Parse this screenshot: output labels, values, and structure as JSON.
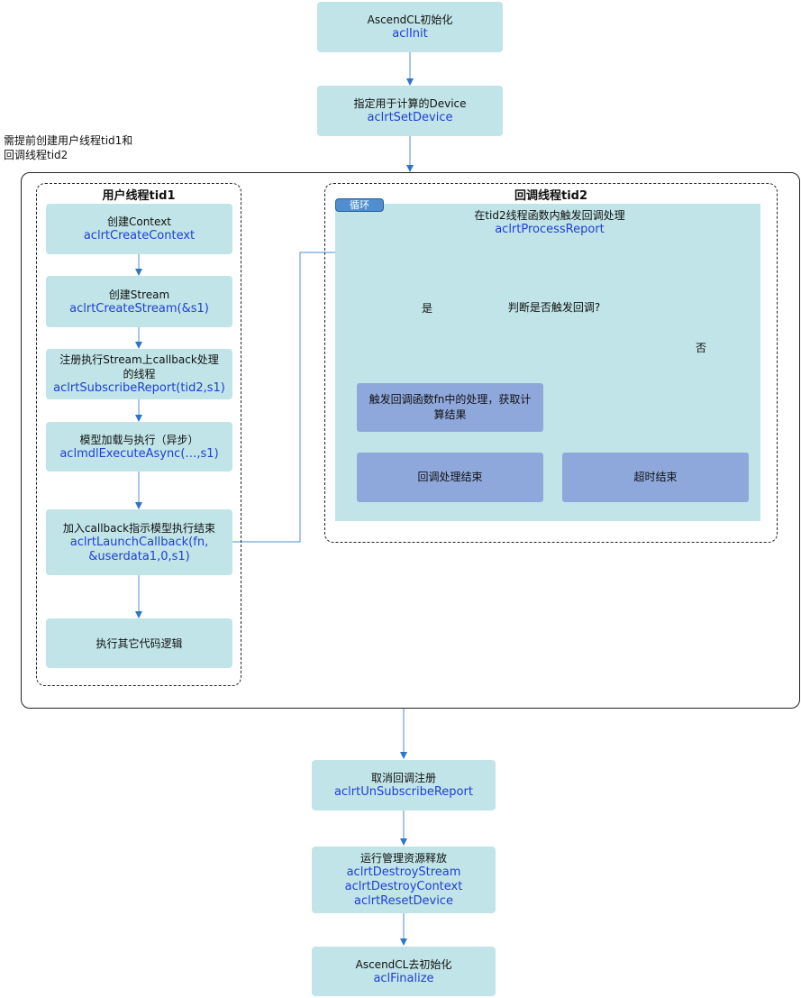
{
  "main_flow": {
    "init": {
      "cn": "AscendCL初始化",
      "api": "aclInit"
    },
    "set_device": {
      "cn": "指定用于计算的Device",
      "api": "aclrtSetDevice"
    },
    "note": {
      "line1": "需提前创建用户线程tid1和",
      "line2": "回调线程tid2"
    },
    "unsubscribe": {
      "cn": "取消回调注册",
      "api": "aclrtUnSubscribeReport"
    },
    "release": {
      "cn": "运行管理资源释放",
      "api1": "aclrtDestroyStream",
      "api2": "aclrtDestroyContext",
      "api3": "aclrtResetDevice"
    },
    "finalize": {
      "cn": "AscendCL去初始化",
      "api": "aclFinalize"
    }
  },
  "user_thread": {
    "title": "用户线程tid1",
    "create_context": {
      "cn": "创建Context",
      "api": "aclrtCreateContext"
    },
    "create_stream": {
      "cn": "创建Stream",
      "api": "aclrtCreateStream(&s1)"
    },
    "subscribe": {
      "cn1": "注册执行Stream上callback处理",
      "cn2": "的线程",
      "api": "aclrtSubscribeReport(tid2,s1)"
    },
    "execute": {
      "cn": "模型加载与执行（异步）",
      "api": "aclmdlExecuteAsync(…,s1)"
    },
    "launch_callback": {
      "cn": "加入callback指示模型执行结束",
      "api1": "aclrtLaunchCallback(fn,",
      "api2": "&userdata1,0,s1)"
    },
    "other_logic": {
      "cn": "执行其它代码逻辑"
    }
  },
  "callback_thread": {
    "title": "回调线程tid2",
    "loop_tag": "循环",
    "process": {
      "cn": "在tid2线程函数内触发回调处理",
      "api": "aclrtProcessReport"
    },
    "decision": "判断是否触发回调?",
    "yes": "是",
    "no": "否",
    "trigger": {
      "line1": "触发回调函数fn中的处理，获取计",
      "line2": "算结果"
    },
    "callback_end": "回调处理结束",
    "timeout_end": "超时结束"
  }
}
